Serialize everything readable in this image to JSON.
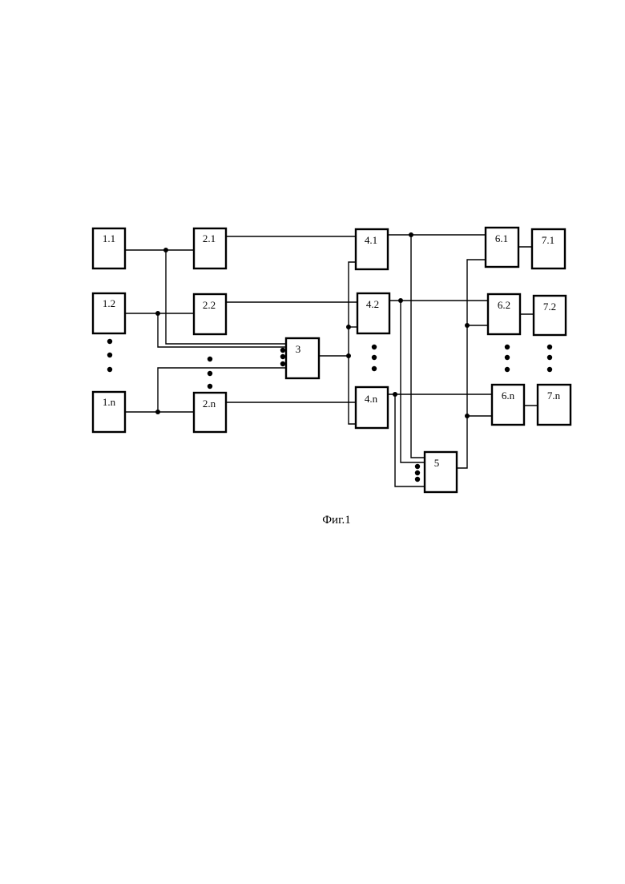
{
  "diagram": {
    "blocks": {
      "b1_1": "1.1",
      "b1_2": "1.2",
      "b1_n": "1.n",
      "b2_1": "2.1",
      "b2_2": "2.2",
      "b2_n": "2.n",
      "b3": "3",
      "b4_1": "4.1",
      "b4_2": "4.2",
      "b4_n": "4.n",
      "b5": "5",
      "b6_1": "6.1",
      "b6_2": "6.2",
      "b6_n": "6.n",
      "b7_1": "7.1",
      "b7_2": "7.2",
      "b7_n": "7.n"
    },
    "caption": "Фиг.1"
  }
}
